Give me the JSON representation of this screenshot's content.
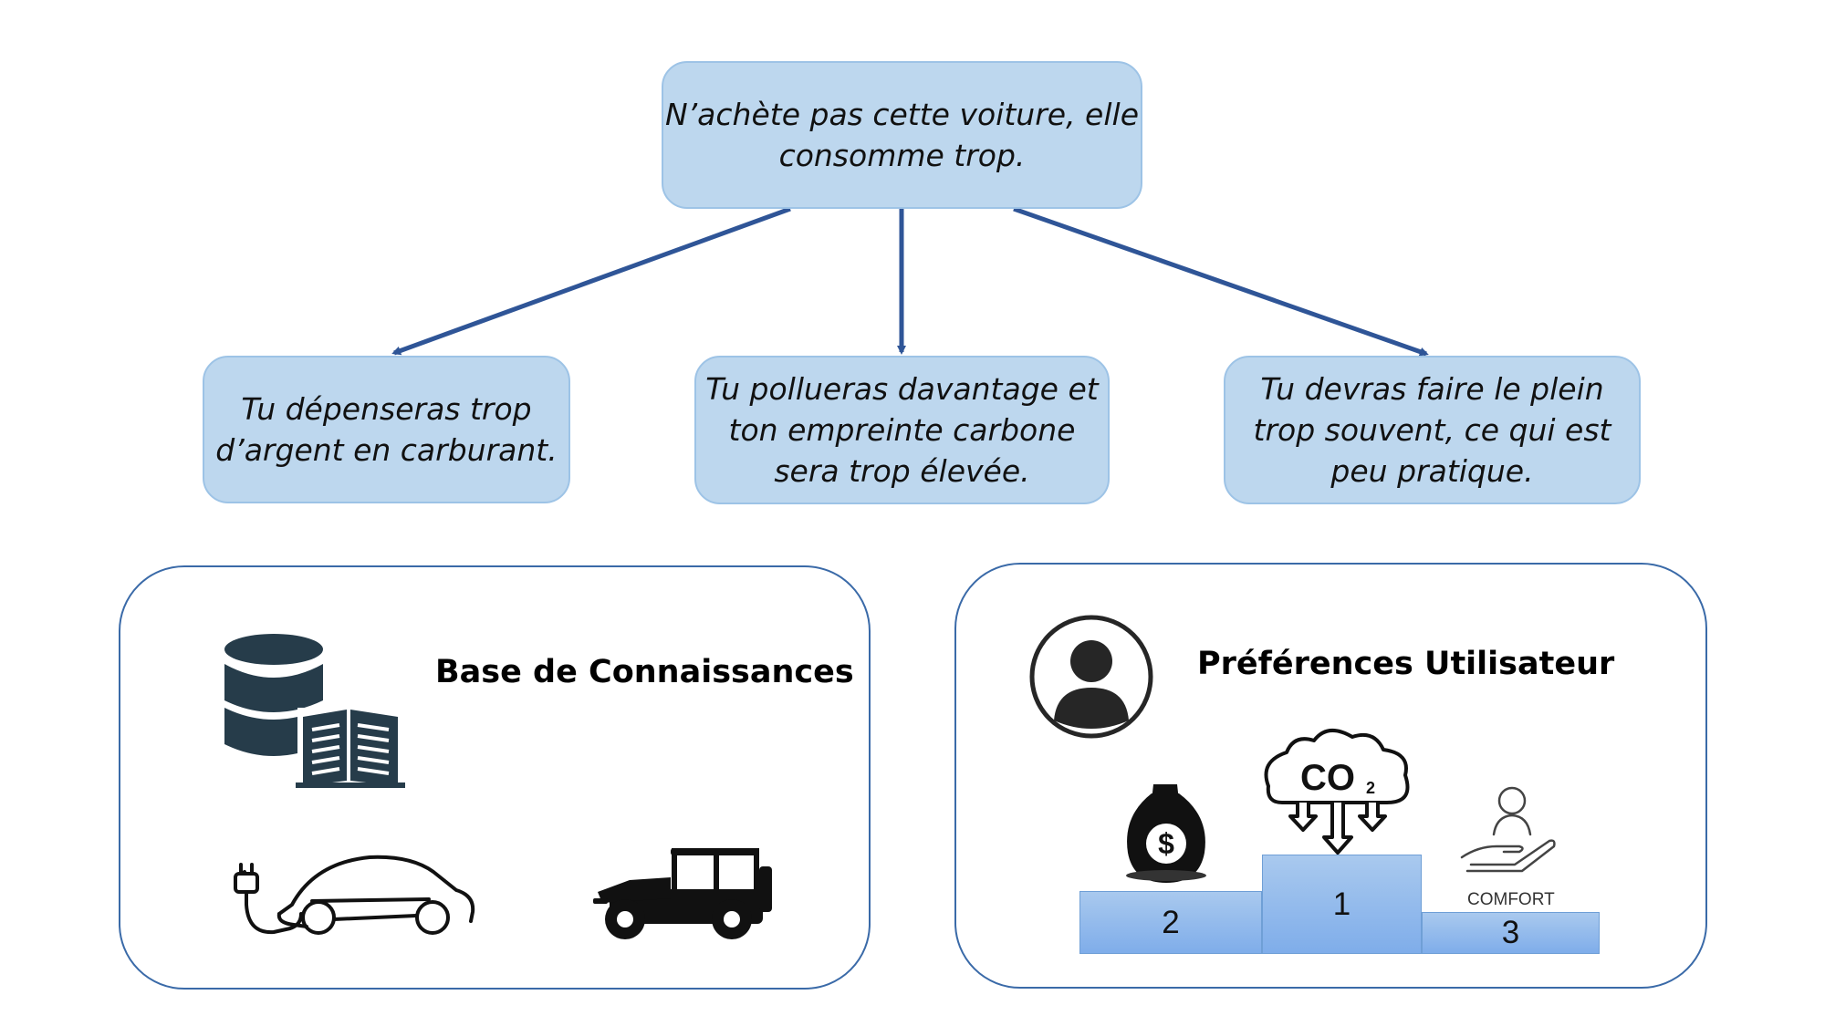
{
  "root": {
    "lines": [
      "N’achète pas cette voiture, elle",
      "consomme trop."
    ]
  },
  "children": [
    {
      "lines": [
        "Tu dépenseras trop",
        "d’argent en carburant."
      ]
    },
    {
      "lines": [
        "Tu pollueras davantage et",
        "ton empreinte carbone",
        "sera trop élevée."
      ]
    },
    {
      "lines": [
        "Tu devras faire le plein",
        "trop souvent, ce qui est",
        "peu pratique."
      ]
    }
  ],
  "knowledge": {
    "title": "Base de Connaissances"
  },
  "preferences": {
    "title": "Préférences Utilisateur",
    "co2": "CO",
    "co2_sub": "2",
    "comfort": "COMFORT",
    "podium": {
      "first": "1",
      "second": "2",
      "third": "3"
    }
  },
  "colors": {
    "box_fill": "#bdd7ee",
    "box_border": "#9dc3e6",
    "arrow": "#2f5597",
    "panel_border": "#3a6aa8"
  }
}
